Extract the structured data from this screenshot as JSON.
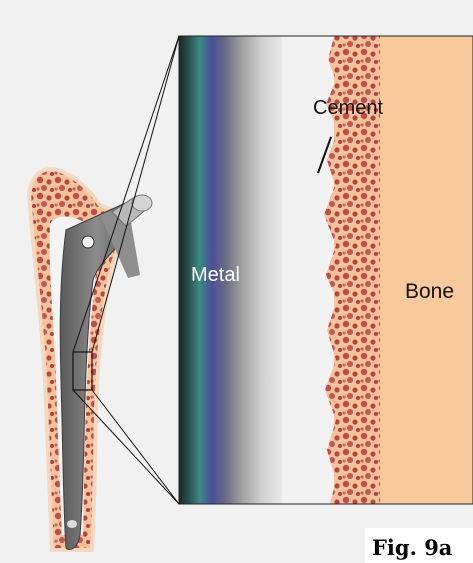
{
  "labels": {
    "metal": "Metal",
    "cement": "Cement",
    "bone": "Bone"
  },
  "caption": "Fig. 9a",
  "colors": {
    "background": "#f1f1f1",
    "bone": "#f8c99a",
    "trabecular": "#c8524f",
    "cement": "#f2f2f2",
    "metal_dark": "#1e2a26",
    "metal_teal": "#3b8a86",
    "metal_blue": "#4a4f9a",
    "stem_gray": "#7a7a7a"
  }
}
